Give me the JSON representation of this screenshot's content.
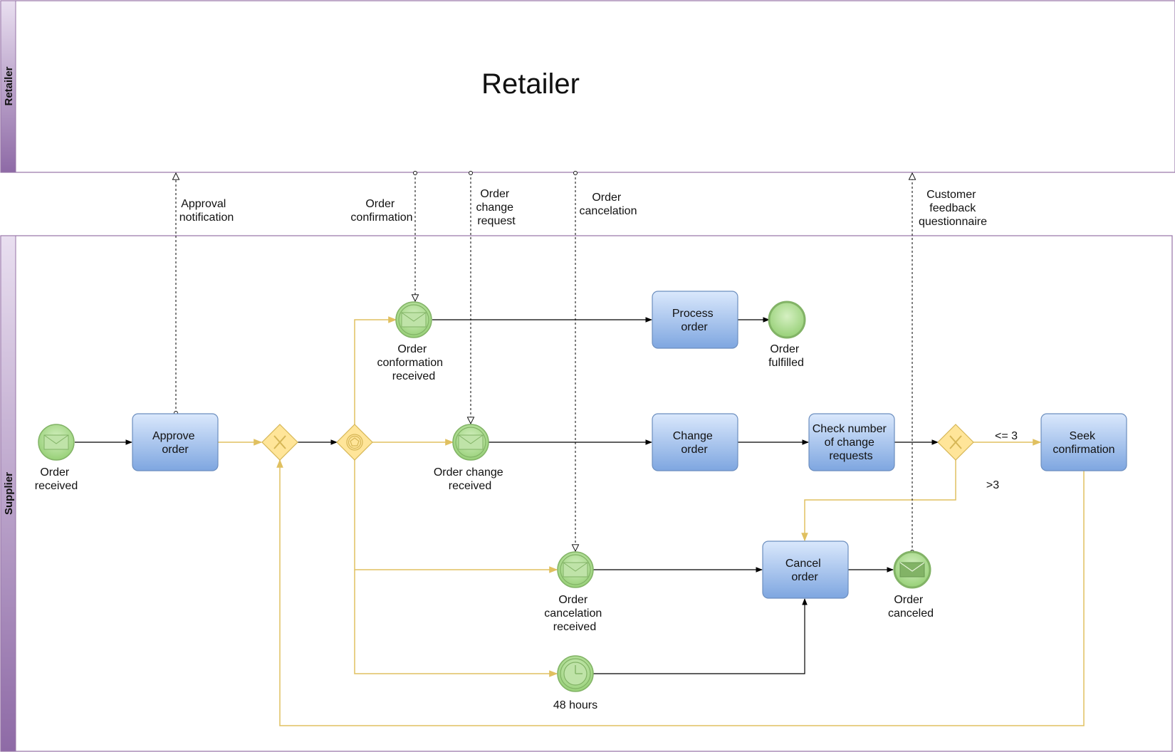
{
  "pools": {
    "retailer": {
      "side_label": "Retailer",
      "title": "Retailer"
    },
    "supplier": {
      "side_label": "Supplier"
    }
  },
  "tasks": {
    "approve_order": [
      "Approve",
      "order"
    ],
    "process_order": [
      "Process",
      "order"
    ],
    "change_order": [
      "Change",
      "order"
    ],
    "check_number": [
      "Check number",
      "of change",
      "requests"
    ],
    "seek_confirmation": [
      "Seek",
      "confirmation"
    ],
    "cancel_order": [
      "Cancel",
      "order"
    ]
  },
  "events": {
    "order_received": [
      "Order",
      "received"
    ],
    "order_conformation_received": [
      "Order",
      "conformation",
      "received"
    ],
    "order_fulfilled": [
      "Order",
      "fulfilled"
    ],
    "order_change_received": [
      "Order change",
      "received"
    ],
    "order_cancelation_received": [
      "Order",
      "cancelation",
      "received"
    ],
    "order_canceled": [
      "Order",
      "canceled"
    ],
    "timer_48h": [
      "48 hours"
    ]
  },
  "messages": {
    "approval_notification": [
      "Approval",
      "notification"
    ],
    "order_confirmation": [
      "Order",
      "confirmation"
    ],
    "order_change_request": [
      "Order",
      "change",
      "request"
    ],
    "order_cancelation": [
      "Order",
      "cancelation"
    ],
    "customer_feedback": [
      "Customer",
      "feedback",
      "questionnaire"
    ]
  },
  "conditions": {
    "le3": "<= 3",
    "gt3": ">3"
  },
  "colors": {
    "pool_border": "#9673a6",
    "task_fill_top": "#dae8fc",
    "task_fill_bottom": "#7ea6e0",
    "task_border": "#6c8ebf",
    "event_fill": "#a9d98b",
    "event_border": "#82b366",
    "gateway_fill": "#ffe599",
    "gateway_border": "#d6b656",
    "yellow_flow": "#e0c060"
  }
}
